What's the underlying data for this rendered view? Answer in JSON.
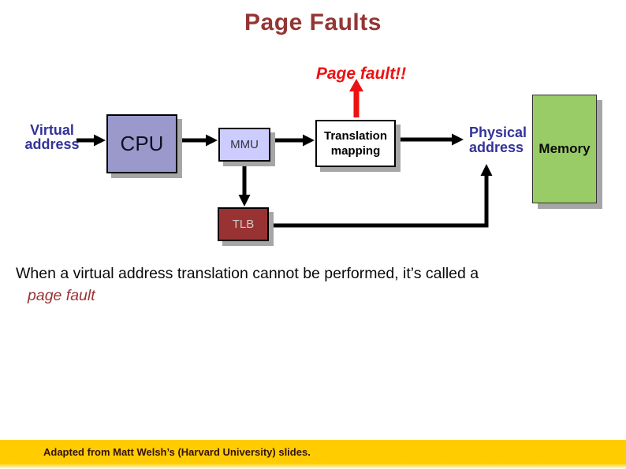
{
  "title": "Page Faults",
  "callout": "Page fault!!",
  "diagram": {
    "virtual_line1": "Virtual",
    "virtual_line2": "address",
    "cpu": "CPU",
    "mmu": "MMU",
    "translation_line1": "Translation",
    "translation_line2": "mapping",
    "tlb": "TLB",
    "physical_line1": "Physical",
    "physical_line2": "address",
    "memory": "Memory"
  },
  "body": {
    "line1": "When a virtual address translation cannot be performed, it’s called a",
    "line2": "page fault"
  },
  "footer": {
    "credit": "Adapted from Matt Welsh’s (Harvard University) slides."
  },
  "icons": {
    "flow_arrow": "black right/down flow arrow",
    "page_fault_arrow": "thick red up arrow"
  },
  "colors": {
    "background": "#ffffff",
    "title_color": "#943634",
    "callout_red": "#ee1111",
    "label_blue": "#333399",
    "body_text": "#0a0a0a",
    "body_accent": "#993333",
    "cpu_fill": "#9999cc",
    "cpu_text": "#101020",
    "mmu_fill": "#ccccff",
    "mmu_text": "#333344",
    "translation_fill": "#ffffff",
    "translation_text": "#000000",
    "tlb_fill": "#993333",
    "tlb_text": "#cccccc",
    "memory_fill": "#99cc66",
    "memory_text": "#0a0a0a",
    "footer_bg": "#ffcc00",
    "footer_text": "#331111",
    "arrow_black": "#000000",
    "shadow_gray": "#a6a6a6"
  }
}
